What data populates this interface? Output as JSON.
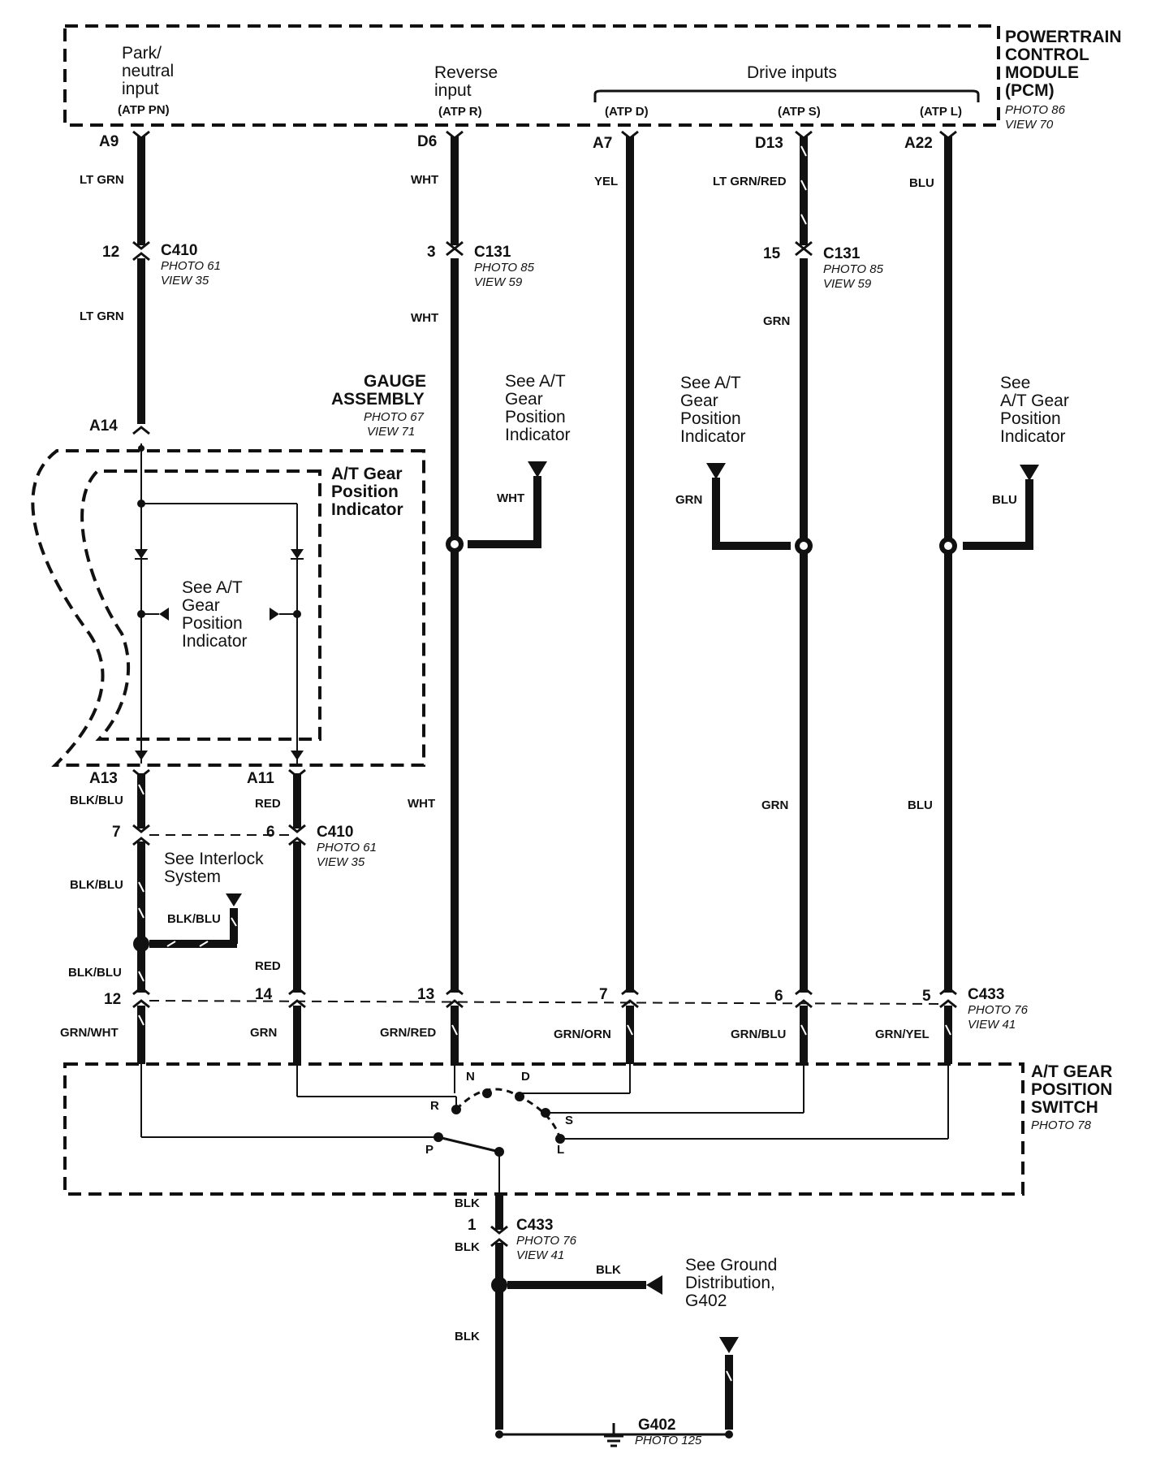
{
  "pcm": {
    "title_lines": [
      "POWERTRAIN",
      "CONTROL",
      "MODULE",
      "(PCM)"
    ],
    "photo": "PHOTO 86",
    "view": "VIEW 70",
    "park_neutral_lines": [
      "Park/",
      "neutral",
      "input"
    ],
    "park_neutral_sub": "(ATP PN)",
    "reverse_lines": [
      "Reverse",
      "input"
    ],
    "reverse_sub": "(ATP R)",
    "drive_inputs": "Drive inputs",
    "atp_d": "(ATP D)",
    "atp_s": "(ATP S)",
    "atp_l": "(ATP L)"
  },
  "pins": {
    "a9": "A9",
    "d6": "D6",
    "a7": "A7",
    "d13": "D13",
    "a22": "A22",
    "a14": "A14",
    "a13": "A13",
    "a11": "A11"
  },
  "wires": {
    "lt_grn": "LT GRN",
    "wht": "WHT",
    "yel": "YEL",
    "lt_grn_red": "LT GRN/RED",
    "blu": "BLU",
    "grn": "GRN",
    "blk_blu": "BLK/BLU",
    "red": "RED",
    "grn_wht": "GRN/WHT",
    "grn_red": "GRN/RED",
    "grn_orn": "GRN/ORN",
    "grn_blu": "GRN/BLU",
    "grn_yel": "GRN/YEL",
    "blk": "BLK"
  },
  "connectors": {
    "c410": "C410",
    "c410_photo": "PHOTO 61",
    "c410_view": "VIEW 35",
    "c131": "C131",
    "c131_photo": "PHOTO 85",
    "c131_view": "VIEW 59",
    "c433": "C433",
    "c433_photo": "PHOTO 76",
    "c433_view": "VIEW 41",
    "c410_pin_12": "12",
    "c131_pin_3": "3",
    "c131_pin_15": "15",
    "c410_pin_7": "7",
    "c410_pin_6": "6",
    "c433_pin_12": "12",
    "c433_pin_14": "14",
    "c433_pin_13": "13",
    "c433_pin_7": "7",
    "c433_pin_6": "6",
    "c433_pin_5": "5",
    "c433_pin_1": "1"
  },
  "gauge": {
    "title_lines": [
      "GAUGE",
      "ASSEMBLY"
    ],
    "photo": "PHOTO 67",
    "view": "VIEW 71",
    "indicator_lines": [
      "A/T Gear",
      "Position",
      "Indicator"
    ]
  },
  "see_refs": {
    "atp_indicator_lines": [
      "See A/T",
      "Gear",
      "Position",
      "Indicator"
    ],
    "atp_indicator_right_lines": [
      "See",
      "A/T Gear",
      "Position",
      "Indicator"
    ],
    "interlock_lines": [
      "See Interlock",
      "System"
    ],
    "ground_lines": [
      "See Ground",
      "Distribution,",
      "G402"
    ]
  },
  "switch": {
    "title_lines": [
      "A/T GEAR",
      "POSITION",
      "SWITCH"
    ],
    "photo": "PHOTO 78",
    "positions": [
      "P",
      "R",
      "N",
      "D",
      "S",
      "L"
    ]
  },
  "ground": {
    "name": "G402",
    "photo": "PHOTO 125"
  }
}
